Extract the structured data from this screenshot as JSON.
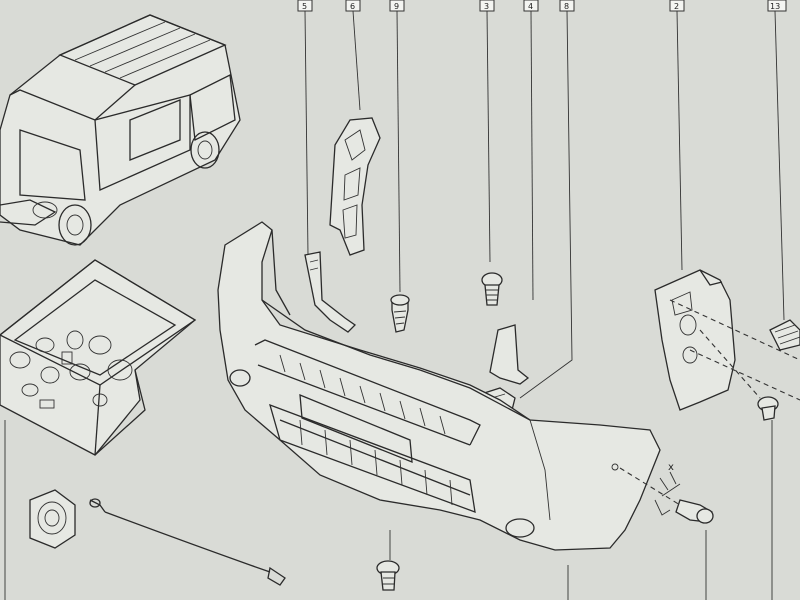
{
  "diagram": {
    "background": "#d9dbd6",
    "line_color": "#2b2b2b",
    "reference_labels": [
      "5",
      "6",
      "9",
      "3",
      "4",
      "8",
      "2",
      "13"
    ],
    "axis_label": "x"
  }
}
